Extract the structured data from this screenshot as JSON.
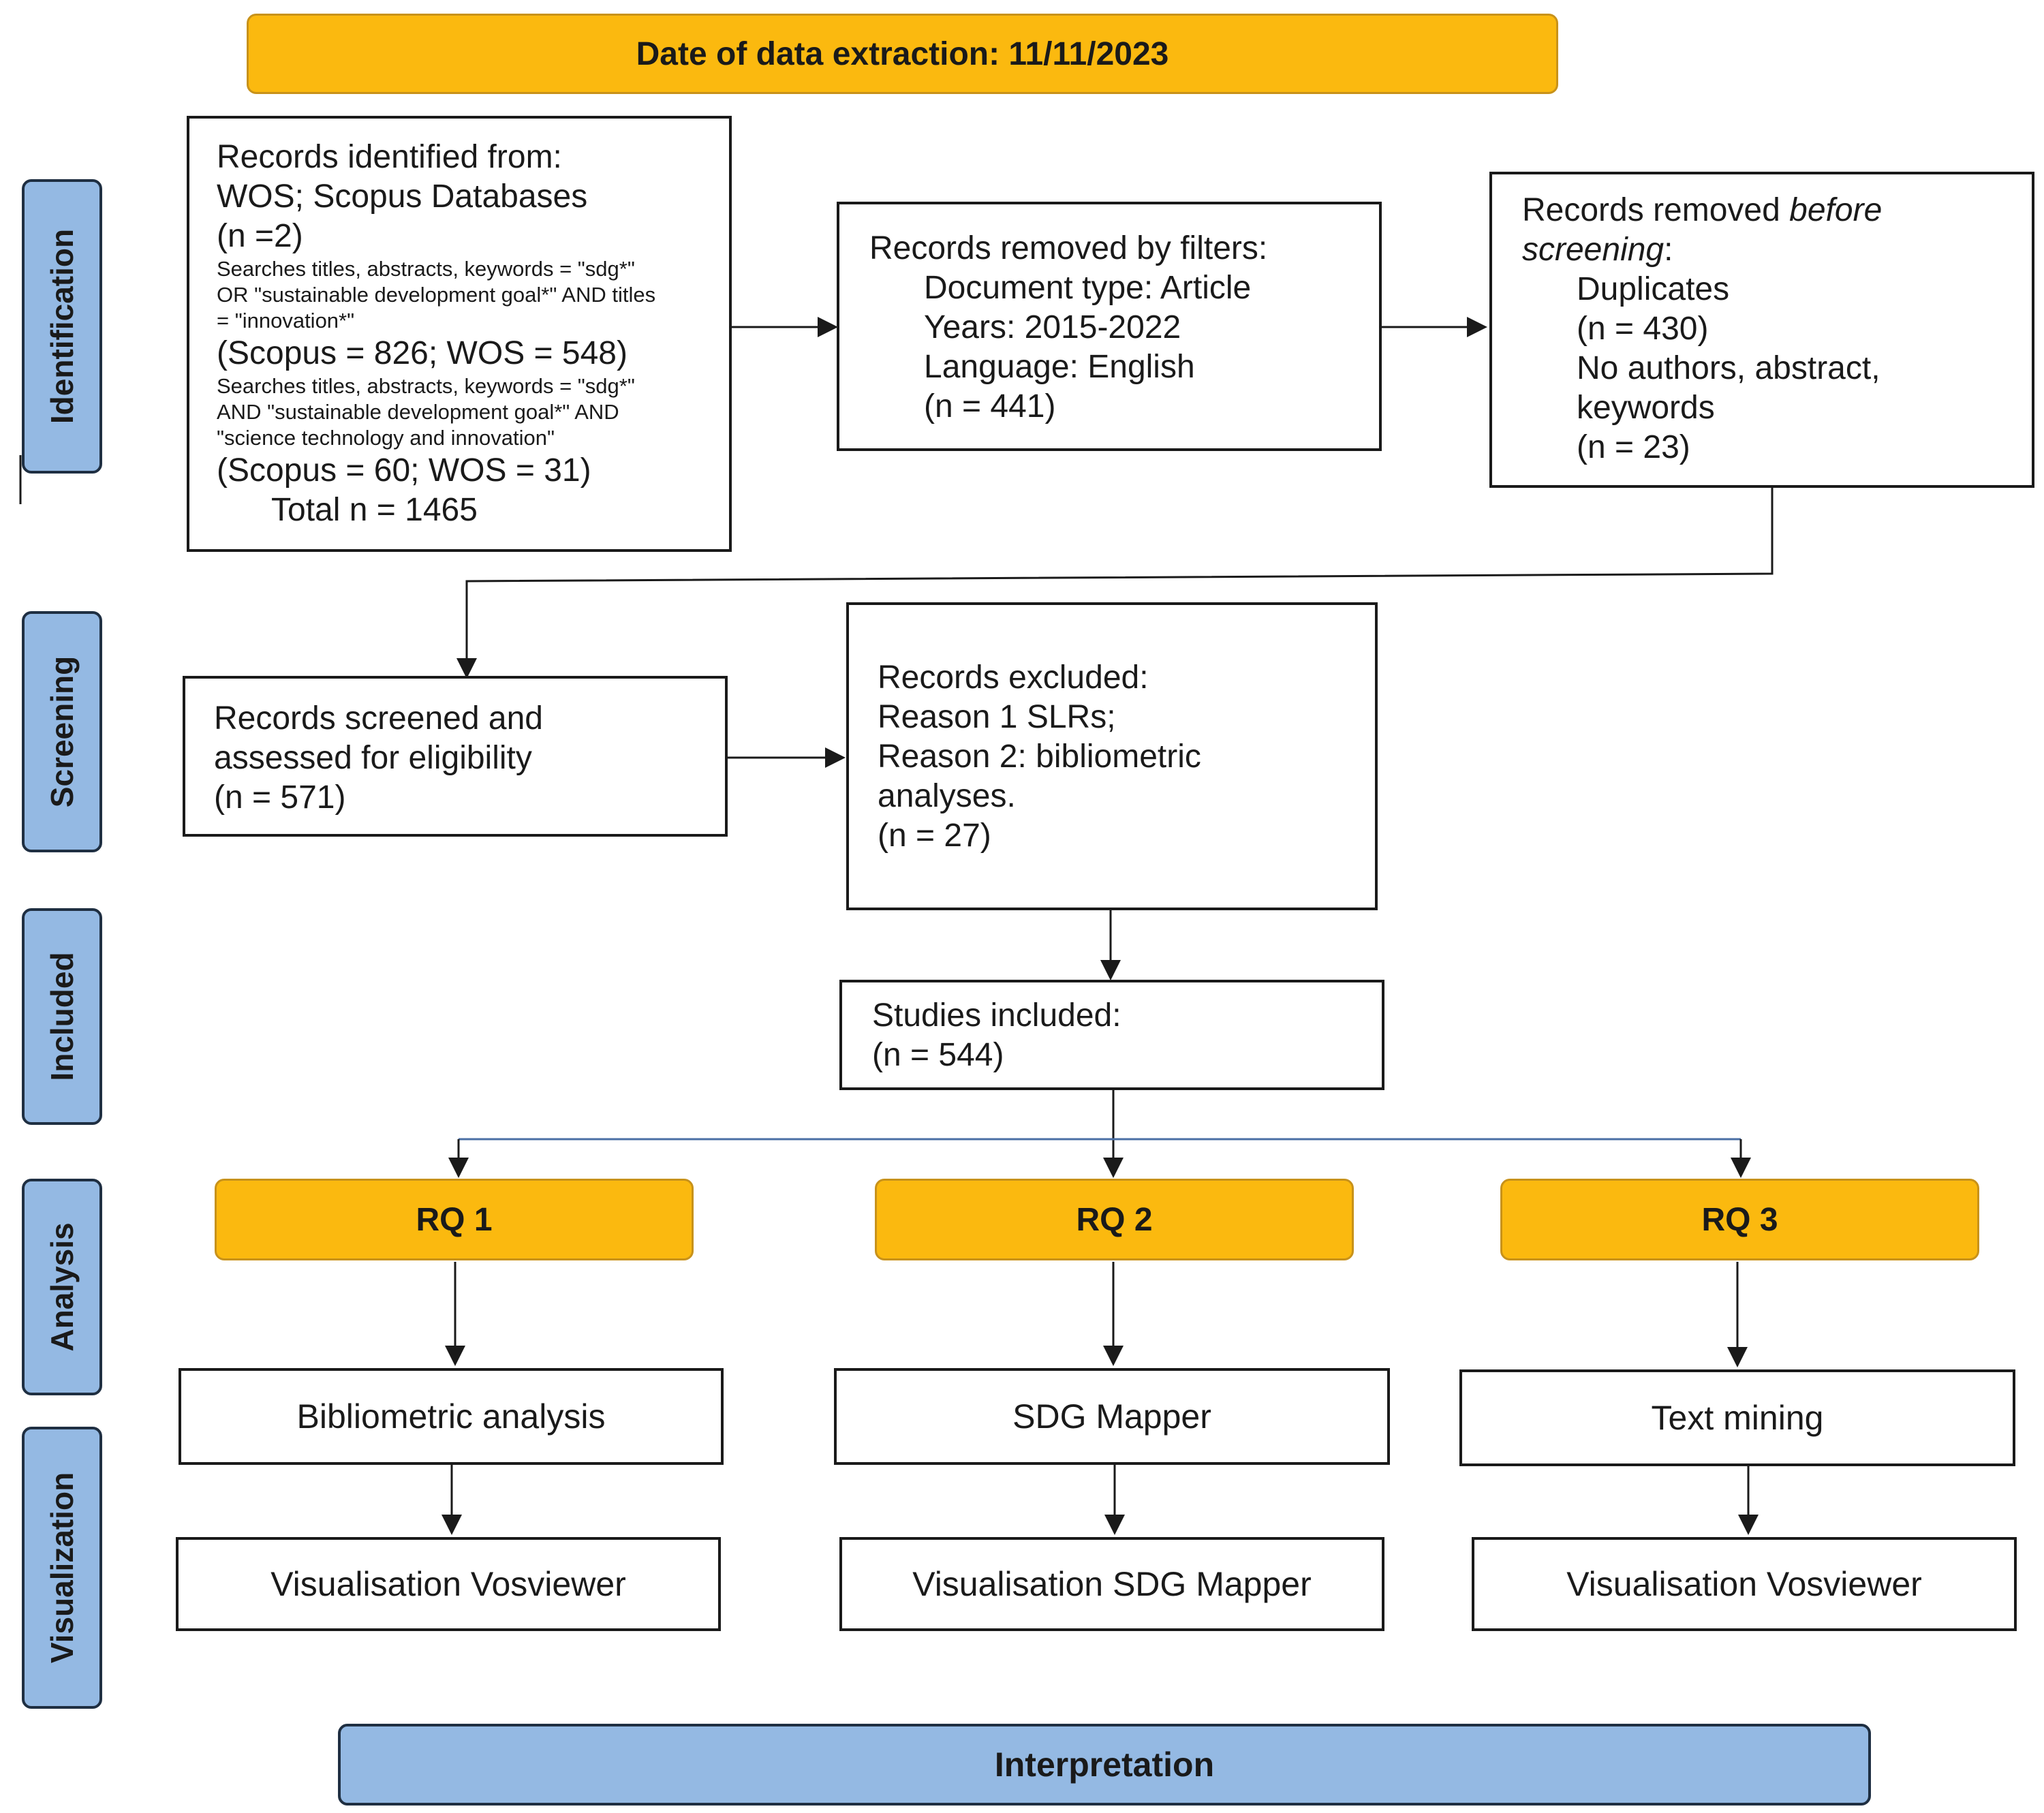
{
  "header": {
    "date_label": "Date of data extraction: 11/11/2023"
  },
  "phases": [
    "Identification",
    "Screening",
    "Included",
    "Analysis",
    "Visualization"
  ],
  "identified": {
    "l1": "Records identified from:",
    "l2": "WOS; Scopus Databases",
    "l3": "(n =2)",
    "q1a": "Searches titles, abstracts, keywords = \"sdg*\"",
    "q1b": "OR \"sustainable development goal*\" AND titles",
    "q1c": "= \"innovation*\"",
    "l4": "(Scopus = 826; WOS = 548)",
    "q2a": "Searches titles, abstracts, keywords = \"sdg*\"",
    "q2b": "AND \"sustainable development goal*\" AND",
    "q2c": "\"science technology and innovation\"",
    "l5": "(Scopus = 60; WOS = 31)",
    "l6": "Total n = 1465"
  },
  "filters": {
    "title": "Records removed by filters:",
    "items": [
      "Document type: Article",
      "Years: 2015-2022",
      "Language: English",
      "(n = 441)"
    ]
  },
  "before_screening": {
    "t1": "Records removed ",
    "t1_em": "before",
    "t2_em": "screening",
    "t2_tail": ":",
    "items": [
      "Duplicates",
      "(n = 430)",
      "No authors, abstract,",
      "keywords",
      "(n = 23)"
    ]
  },
  "screened": {
    "lines": [
      "Records screened and",
      "assessed for eligibility",
      "(n = 571)"
    ]
  },
  "excluded": {
    "lines": [
      "Records excluded:",
      "Reason 1 SLRs;",
      "Reason 2: bibliometric",
      "analyses.",
      "(n = 27)"
    ]
  },
  "included": {
    "lines": [
      "Studies included:",
      "(n = 544)"
    ]
  },
  "rq": [
    "RQ 1",
    "RQ 2",
    "RQ 3"
  ],
  "methods": [
    "Bibliometric analysis",
    "SDG Mapper",
    "Text mining"
  ],
  "visuals": [
    "Visualisation Vosviewer",
    "Visualisation SDG Mapper",
    "Visualisation Vosviewer"
  ],
  "footer": {
    "label": "Interpretation"
  },
  "colors": {
    "orange": "#fbb90f",
    "blue": "#94b9e3",
    "line": "#1a1a1a",
    "branch": "#4a6fa5"
  }
}
